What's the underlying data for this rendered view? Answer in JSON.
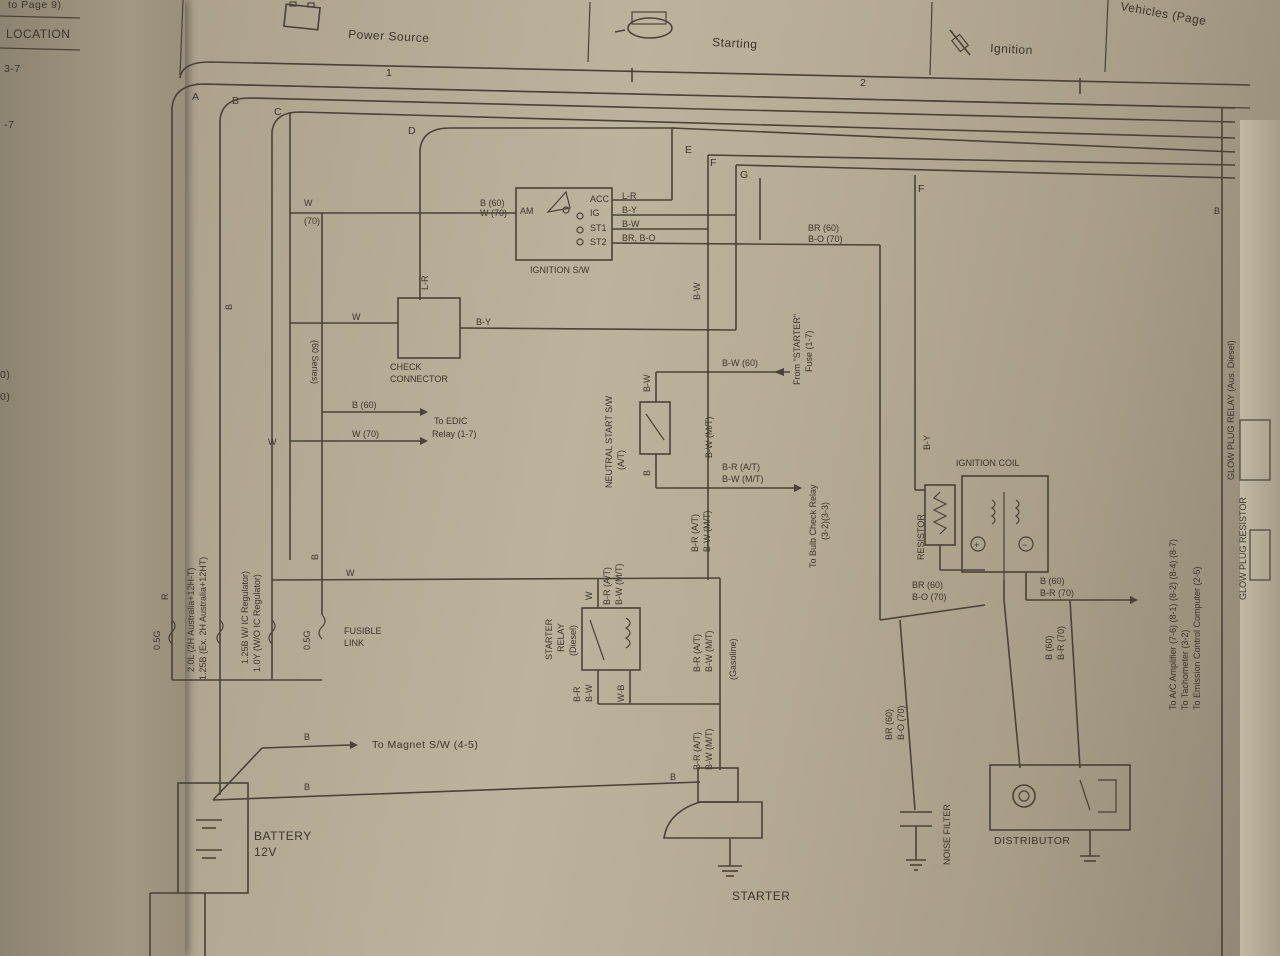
{
  "left_page": {
    "header_fragment": "to Page 9)",
    "location_label": "LOCATION",
    "refs": [
      "3-7",
      "-7",
      "0)",
      "0)"
    ]
  },
  "top_header": {
    "sections": [
      "Power Source",
      "Starting",
      "Ignition"
    ],
    "corner_text": "Vehicles (Page",
    "grid_numbers": [
      "1",
      "2"
    ]
  },
  "bus_letters": [
    "A",
    "B",
    "C",
    "D",
    "E",
    "F",
    "G",
    "F",
    "B"
  ],
  "ignition_switch": {
    "title": "IGNITION S/W",
    "input": "AM",
    "terminals": [
      "ACC",
      "IG",
      "ST1",
      "ST2"
    ],
    "terminal_wires": [
      "L-R",
      "B-Y",
      "B-W",
      "BR, B-O"
    ],
    "input_wires": [
      "B (60)",
      "W (70)"
    ]
  },
  "check_connector": {
    "title_line1": "CHECK",
    "title_line2": "CONNECTOR",
    "wire_top": "L-R",
    "wire_left": "W",
    "wire_right": "B-Y"
  },
  "wire_labels": {
    "w": "W",
    "w70": "(70)",
    "series60": "(60 Series)",
    "b": "B",
    "b60": "B (60)",
    "w70full": "W (70)",
    "bw": "B-W",
    "br60": "BR (60)",
    "bo70": "B-O (70)",
    "by": "B-Y",
    "bw60": "B-W (60)",
    "bwmt": "B-W (M/T)",
    "brat": "B-R (A/T)",
    "gasoline": "(Gasoline)",
    "br": "B-R",
    "wb": "W-B",
    "b60b": "B (60)",
    "br70": "B-R (70)"
  },
  "edic": {
    "line1": "To EDIC",
    "line2": "Relay (1-7)"
  },
  "from_starter_fuse": {
    "line1": "From \"STARTER\"",
    "line2": "Fuse (1-7)"
  },
  "bulb_check": {
    "line1": "To Bulb Check Relay",
    "line2": "(3-2)(3-3)"
  },
  "neutral_start_sw": {
    "line1": "NEUTRAL START S/W",
    "line2": "(A/T)"
  },
  "starter_relay": {
    "line1": "STARTER",
    "line2": "RELAY",
    "line3": "(Diesel)"
  },
  "fusible_links": {
    "title_line1": "FUSIBLE",
    "title_line2": "LINK",
    "link_r": "R",
    "link_r_rating": "0.5G",
    "link_b1": "2.0L (2H Australia+12H-T)",
    "link_b2": "1.25B (Ex. 2H Australia+12HT)",
    "link_w1": "1.25B W/ IC Regulator)",
    "link_w2": "1.0Y (W/O IC Regulator)",
    "link_b_rating": "0.5G",
    "link_b_wire": "B"
  },
  "battery": {
    "title": "BATTERY",
    "voltage": "12V"
  },
  "magnet_sw": "To Magnet S/W (4-5)",
  "starter": {
    "title": "STARTER"
  },
  "noise_filter": {
    "title": "NOISE FILTER",
    "wire1": "BR (60)",
    "wire2": "B-O (70)"
  },
  "resistor": {
    "title": "RESISTOR"
  },
  "ignition_coil": {
    "title": "IGNITION COIL",
    "plus": "+",
    "minus": "−"
  },
  "distributor": {
    "title": "DISTRIBUTOR"
  },
  "ac_refs": {
    "line1": "To A/C Amplifier (7-6) (8-1) (8-2) (8-4) (8-7)",
    "line2": "To Tachometer (3-2)",
    "line3": "To Emission Control Computer (2-5)"
  },
  "glow_plug": {
    "relay": "GLOW PLUG RELAY (Aus. Diesel)",
    "resistor": "GLOW PLUG RESISTOR"
  }
}
